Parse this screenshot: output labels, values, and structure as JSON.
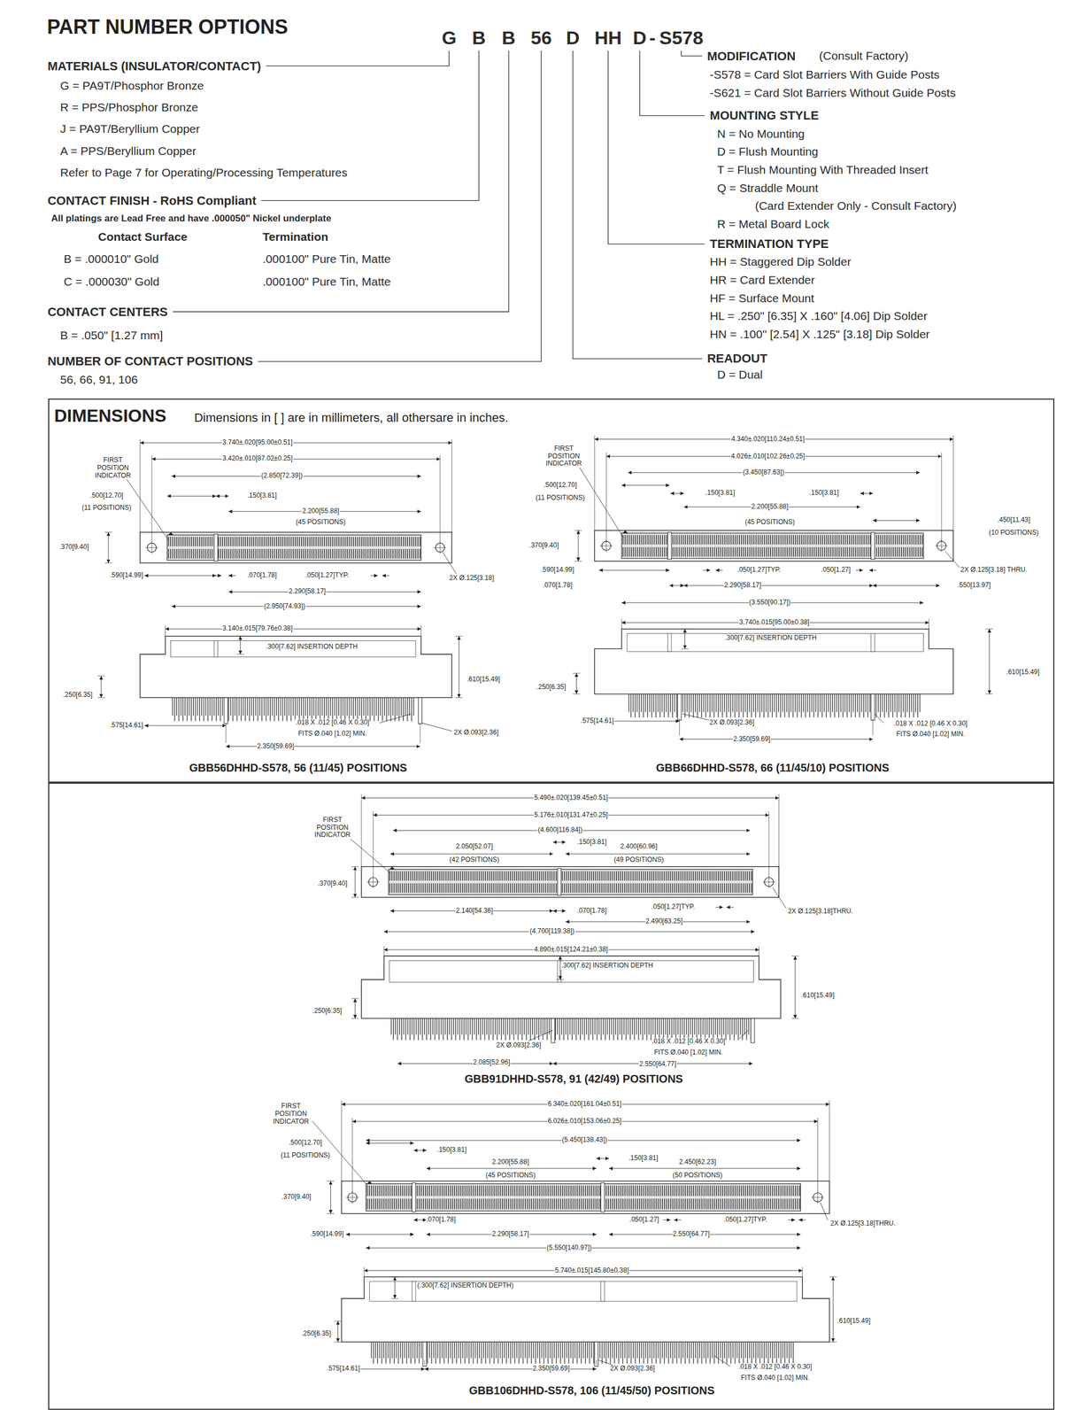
{
  "diagram": {
    "title": "PART NUMBER OPTIONS",
    "nodes": [
      {
        "text": [
          "DIMENSIONS",
          "Dimensions in [ ] are in millimeters, all othersare in inches.",
          "GBB56DHHD-S578, 56 (11/45) POSITIONS",
          "GBB66DHHD-S578, 66 (11/45/10) POSITIONS"
        ]
      },
      {
        "text": [
          "GBB91DHHD-S578, 91 (42/49) POSITIONS",
          "GBB106DHHD-S578, 106 (11/45/50) POSITIONS"
        ]
      }
    ],
    "labels": [
      "G",
      "B",
      "B",
      "56",
      "D",
      "HH",
      "D",
      "-",
      "S578",
      "MATERIALS (INSULATOR/CONTACT)",
      "G = PA9T/Phosphor Bronze",
      "R = PPS/Phosphor Bronze",
      "J = PA9T/Beryllium Copper",
      "A = PPS/Beryllium Copper",
      "Refer to Page 7 for Operating/Processing Temperatures",
      "CONTACT FINISH - RoHS Compliant",
      "All platings are Lead Free and have .000050\" Nickel underplate",
      "Contact Surface",
      "Termination",
      "B = .000010\" Gold",
      ".000100\" Pure Tin, Matte",
      "C = .000030\" Gold",
      ".000100\" Pure Tin, Matte",
      "CONTACT CENTERS",
      "B = .050\" [1.27 mm]",
      "NUMBER OF CONTACT POSITIONS",
      "56, 66, 91, 106",
      "MODIFICATION",
      "(Consult Factory)",
      "-S578 = Card Slot Barriers With Guide Posts",
      "-S621 = Card Slot Barriers Without Guide Posts",
      "MOUNTING STYLE",
      "N = No Mounting",
      "D = Flush Mounting",
      "T = Flush Mounting With Threaded Insert",
      "Q = Straddle Mount",
      "(Card Extender Only - Consult Factory)",
      "R = Metal Board Lock",
      "TERMINATION TYPE",
      "HH = Staggered Dip Solder",
      "HR = Card Extender",
      "HF = Surface Mount",
      "HL = .250\" [6.35] X .160\" [4.06] Dip Solder",
      "HN = .100\" [2.54] X .125\" [3.18] Dip Solder",
      "READOUT",
      "D = Dual",
      "FIRST POSITION INDICATOR",
      "3.740±.020[95.00±0.51]",
      "3.420±.010[87.02±0.25]",
      "(2.850[72.39])",
      ".500[12.70]",
      "(11 POSITIONS)",
      ".150[3.81]",
      "2.200[55.88]",
      "(45 POSITIONS)",
      ".370[9.40]",
      ".590[14.99]",
      ".070[1.78]",
      ".050[1.27]TYP.",
      "2X Ø.125[3.18]",
      "2.290[58.17]",
      "(2.950[74.93])",
      "3.140±.015[79.76±0.38]",
      ".300[7.62] INSERTION DEPTH",
      ".610[15.49]",
      ".250[6.35]",
      ".575[14.61]",
      ".018 X .012 [0.46 X 0.30]",
      "FITS Ø.040 [1.02] MIN.",
      "2X Ø.093[2.36]",
      "2.350[59.69]",
      "FIRST POSITION INDICATOR",
      "4.340±.020[110.24±0.51]",
      "4.026±.010[102.26±0.25]",
      "(3.450[87.63])",
      ".500[12.70]",
      "(11 POSITIONS)",
      ".150[3.81]",
      ".150[3.81]",
      "2.200[55.88]",
      "(45 POSITIONS)",
      ".450[11.43]",
      "(10 POSITIONS)",
      ".370[9.40]",
      ".590[14.99]",
      ".070[1.78]",
      ".050[1.27]TYP.",
      ".050[1.27]",
      "2X Ø.125[3.18] THRU.",
      "2.290[58.17]",
      ".550[13.97]",
      "(3.550[90.17])",
      "3.740±.015[95.00±0.38]",
      ".300[7.62] INSERTION DEPTH",
      ".610[15.49]",
      ".250[6.35]",
      ".575[14.61]",
      "2X Ø.093[2.36]",
      ".018 X .012 [0.46 X 0.30]",
      "FITS Ø.040 [1.02] MIN.",
      "2.350[59.69]",
      "FIRST POSITION INDICATOR",
      "5.490±.020[139.45±0.51]",
      "5.176±.010[131.47±0.25]",
      "(4.600[116.84])",
      "2.050[52.07]",
      "(42 POSITIONS)",
      ".150[3.81]",
      "2.400[60.96]",
      "(49 POSITIONS)",
      ".370[9.40]",
      "2.140[54.36]",
      ".070[1.78]",
      ".050[1.27]TYP.",
      "2X Ø.125[3.18]THRU.",
      "2.490[63.25]",
      "(4.700[119.38])",
      "4.890±.015[124.21±0.38]",
      ".300[7.62] INSERTION DEPTH",
      ".610[15.49]",
      ".250[6.35]",
      "2X Ø.093[2.36]",
      ".018 X .012 [0.46 X 0.30]",
      "FITS Ø.040 [1.02] MIN.",
      "2.085[52.96]",
      "2.550[64.77]",
      "FIRST POSITION INDICATOR",
      "6.340±.020[161.04±0.51]",
      "6.026±.010[153.06±0.25]",
      "(5.450[138.43])",
      ".500[12.70]",
      "(11 POSITIONS)",
      ".150[3.81]",
      "2.200[55.88]",
      "(45 POSITIONS)",
      ".150[3.81]",
      "2.450[62.23]",
      "(50 POSITIONS)",
      ".370[9.40]",
      ".070[1.78]",
      ".050[1.27]",
      ".050[1.27]TYP.",
      "2X Ø.125[3.18]THRU.",
      ".590[14.99]",
      "2.290[58.17]",
      "2.550[64.77]",
      "(5.550[140.97])",
      "5.740±.015[145.80±0.38]",
      "(.300[7.62] INSERTION DEPTH)",
      ".610[15.49]",
      ".250[6.35]",
      ".575[14.61]",
      "2.350[59.69]",
      "2X Ø.093[2.36]",
      ".018 X .012 [0.46 X 0.30]",
      "FITS Ø.040 [1.02] MIN."
    ]
  }
}
